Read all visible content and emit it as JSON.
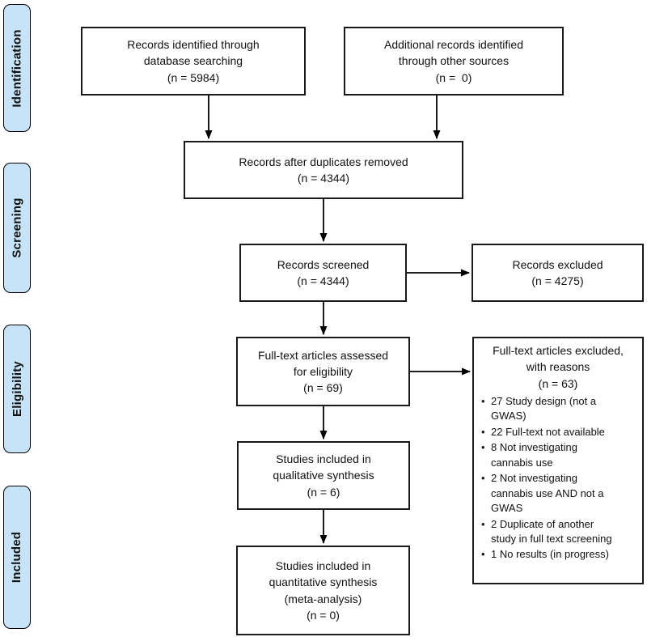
{
  "palette": {
    "stage_fill": "#c7e3f7",
    "stage_border": "#000000",
    "box_border": "#1a1a1a",
    "box_fill": "#ffffff",
    "arrow": "#000000"
  },
  "stages": [
    {
      "label": "Identification"
    },
    {
      "label": "Screening"
    },
    {
      "label": "Eligibility"
    },
    {
      "label": "Included"
    }
  ],
  "boxes": {
    "records_identified": {
      "text": "Records identified through\ndatabase searching\n(n = 5984)"
    },
    "additional_records": {
      "text": "Additional records identified\nthrough other sources\n(n =  0)"
    },
    "after_duplicates": {
      "text": "Records after duplicates removed\n(n = 4344)"
    },
    "records_screened": {
      "text": "Records screened\n(n = 4344)"
    },
    "records_excluded": {
      "text": "Records excluded\n(n = 4275)"
    },
    "fulltext_assessed": {
      "text": "Full-text articles assessed\nfor eligibility\n(n = 69)"
    },
    "fulltext_excluded": {
      "heading": "Full-text articles excluded,\nwith reasons\n(n = 63)",
      "reasons": [
        "27 Study design (not a\nGWAS)",
        "22 Full-text not available",
        "8 Not investigating\ncannabis use",
        "2 Not investigating\ncannabis use AND not a\nGWAS",
        "2 Duplicate of another\nstudy in full text screening",
        "1 No results (in progress)"
      ]
    },
    "qualitative": {
      "text": "Studies included in\nqualitative synthesis\n(n = 6)"
    },
    "quantitative": {
      "text": "Studies included in\nquantitative synthesis\n(meta-analysis)\n(n = 0)"
    }
  }
}
